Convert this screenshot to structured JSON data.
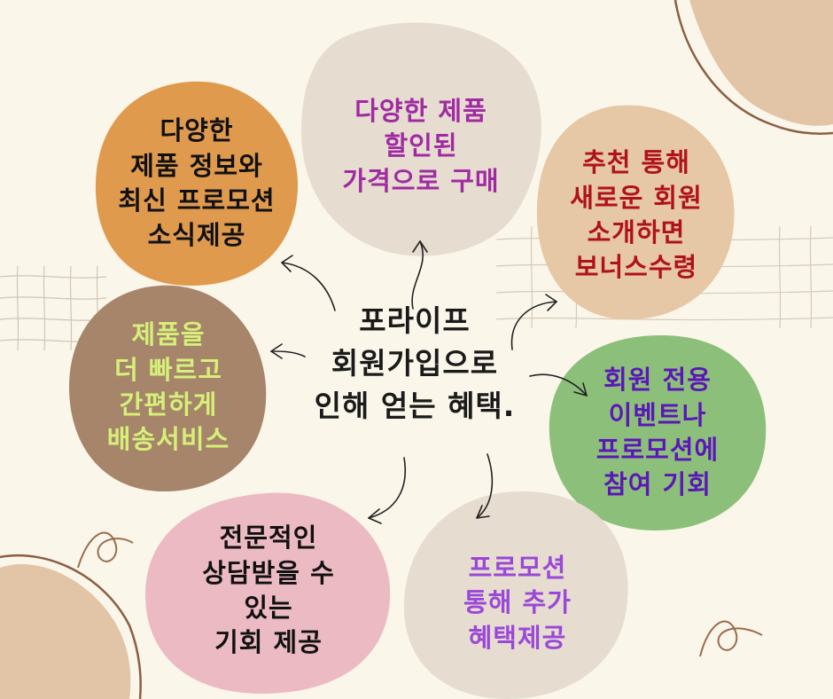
{
  "center": {
    "lines": [
      "포라이프",
      "회원가입으로",
      "인해 얻는 혜택."
    ],
    "color": "#1a1a1a"
  },
  "nodes": [
    {
      "key": "product-info",
      "lines": [
        "다양한",
        "제품 정보와",
        "최신 프로모션",
        "소식제공"
      ],
      "fill": "#e09a4e",
      "text_color": "#111111"
    },
    {
      "key": "discount-purchase",
      "lines": [
        "다양한 제품",
        "할인된",
        "가격으로 구매"
      ],
      "fill": "#e6dccf",
      "text_color": "#a02aa2"
    },
    {
      "key": "referral-bonus",
      "lines": [
        "추천 통해",
        "새로운 회원",
        "소개하면",
        "보너스수령"
      ],
      "fill": "#e6c7a6",
      "text_color": "#b0121c"
    },
    {
      "key": "fast-delivery",
      "lines": [
        "제품을",
        "더 빠르고",
        "간편하게",
        "배송서비스"
      ],
      "fill": "#a6856a",
      "text_color": "#d6f07a"
    },
    {
      "key": "member-events",
      "lines": [
        "회원 전용",
        "이벤트나",
        "프로모션에",
        "참여 기회"
      ],
      "fill": "#8cc07a",
      "text_color": "#5b17b8"
    },
    {
      "key": "consultation",
      "lines": [
        "전문적인",
        "상담받을 수",
        "있는",
        "기회 제공"
      ],
      "fill": "#ecbac3",
      "text_color": "#111111"
    },
    {
      "key": "extra-benefits",
      "lines": [
        "프로모션",
        "통해 추가",
        "혜택제공"
      ],
      "fill": "#e6dccf",
      "text_color": "#9a48d8"
    }
  ]
}
